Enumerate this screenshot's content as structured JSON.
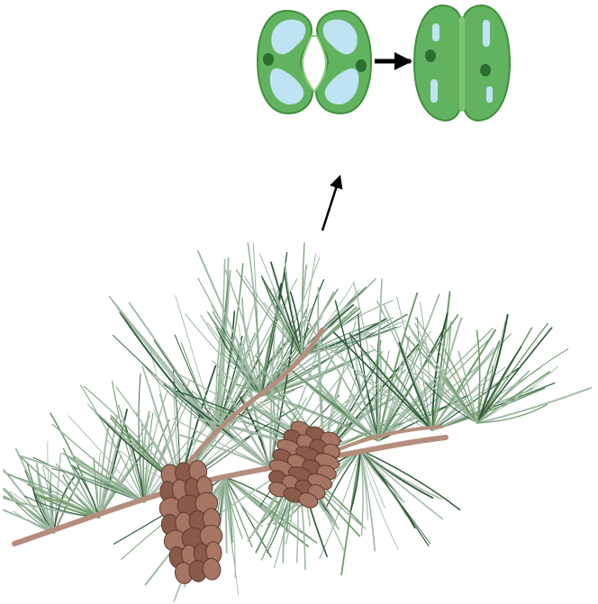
{
  "colors": {
    "background": "#ffffff",
    "guard_cell_fill": "#62b35f",
    "guard_cell_outline": "#3f8f3d",
    "guard_cell_inner": "#7bc56f",
    "vacuole": "#bfe3f2",
    "nucleus": "#2b6e30",
    "arrow": "#000000",
    "needle_light": "#9fb9a5",
    "needle_dark": "#2f5a3a",
    "needle_mid": "#6f9a6a",
    "branch": "#b58d7c",
    "cone": "#8a5a4a",
    "cone_dark": "#5e3b30"
  },
  "diagram": {
    "stomata": [
      {
        "id": "open-stoma",
        "state": "open"
      },
      {
        "id": "closed-stoma",
        "state": "closed"
      }
    ],
    "arrows": [
      {
        "id": "stoma-transition-arrow",
        "from": "open-stoma",
        "to": "closed-stoma",
        "style": "bold"
      },
      {
        "id": "branch-to-stoma-arrow",
        "from": "pine-branch",
        "to": "open-stoma",
        "style": "thin"
      }
    ],
    "plant": {
      "id": "pine-branch",
      "icon": "pine-branch-icon",
      "cones": 2
    }
  }
}
